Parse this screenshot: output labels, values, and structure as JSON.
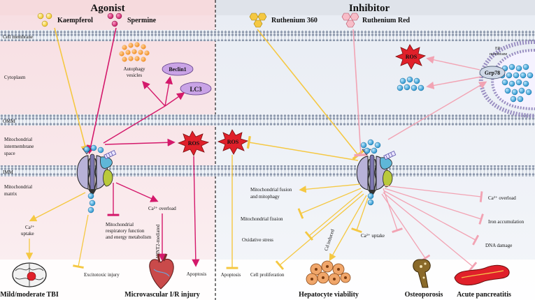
{
  "headers": {
    "agonist": "Agonist",
    "inhibitor": "Inhibitor"
  },
  "legend": {
    "kaempferol": "Kaempferol",
    "spermine": "Spermine",
    "ruthenium360": "Ruthenium 360",
    "ruthenium_red": "Ruthenium Red"
  },
  "regions": {
    "cell_membrane": "Cell membrane",
    "cytoplasm": "Cytoplasm",
    "omm": "OMM",
    "ims_1": "Mitochondrial",
    "ims_2": "intermembrane",
    "ims_3": "space",
    "imm": "IMM",
    "matrix_1": "Mitochondrial",
    "matrix_2": "matrix"
  },
  "agonist_labels": {
    "autophagy_1": "Autophagy",
    "autophagy_2": "vesicles",
    "beclin1": "Beclin1",
    "lc3": "LC3",
    "ros": "ROS",
    "ca_uptake_1": "Ca²⁺",
    "ca_uptake_2": "uptake",
    "excitotoxic": "Excitotoxic injury",
    "resp_1": "Mitochondrial",
    "resp_2": "respiratory function",
    "resp_3": "and energy metabolism",
    "ca_overload": "Ca²⁺ overload",
    "hint2": "HINT2-mediated",
    "apoptosis": "Apoptosis",
    "tbi": "Mild/moderate TBI",
    "microvascular": "Microvascular I/R injury"
  },
  "inhibitor_labels": {
    "er_1": "ER",
    "er_2": "membrane",
    "grp78": "Grp78",
    "ros_top": "ROS",
    "ros_left": "ROS",
    "fusion_1": "Mitochondrial fusion",
    "fusion_2": "and mitophagy",
    "fission": "Mitochondrial fission",
    "oxidative": "Oxidative stress",
    "cd_induced": "Cd induced",
    "ca_uptake": "Ca²⁺ uptake",
    "apoptosis": "Apoptosis",
    "proliferation": "Cell proliferation",
    "hepatocyte": "Hepatocyte viability",
    "ca_overload": "Ca²⁺ overload",
    "iron": "Iron accumulation",
    "dna": "DNA damage",
    "osteoporosis": "Osteoporosis",
    "pancreatitis": "Acute pancreatitis"
  },
  "colors": {
    "agonist_header": "#f6dadd",
    "inhibitor_header": "#dfe3ea",
    "yellow_arrow": "#f5c842",
    "magenta_arrow": "#d4196b",
    "pink_arrow": "#f2a3b3",
    "ros_red": "#e0202a",
    "lc3_purple": "#c9a3e6",
    "cyan_ion": "#2b9fd6"
  }
}
